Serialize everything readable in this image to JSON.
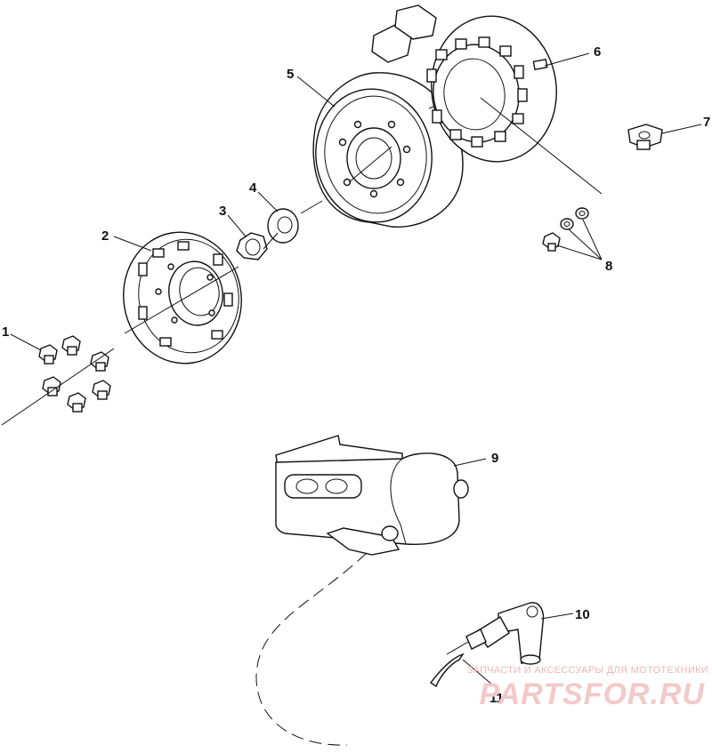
{
  "callouts": [
    {
      "id": "1",
      "label": "1"
    },
    {
      "id": "2",
      "label": "2"
    },
    {
      "id": "3",
      "label": "3"
    },
    {
      "id": "4",
      "label": "4"
    },
    {
      "id": "5",
      "label": "5"
    },
    {
      "id": "6",
      "label": "6"
    },
    {
      "id": "7",
      "label": "7"
    },
    {
      "id": "8",
      "label": "8"
    },
    {
      "id": "9",
      "label": "9"
    },
    {
      "id": "10",
      "label": "10"
    },
    {
      "id": "11",
      "label": "11"
    }
  ],
  "watermark": {
    "caption": "ЗАПЧАСТИ И АКСЕССУАРЫ ДЛЯ МОТОТЕХНИКИ",
    "brand": "PARTSFOR.RU",
    "color": "#f3c9c9"
  }
}
